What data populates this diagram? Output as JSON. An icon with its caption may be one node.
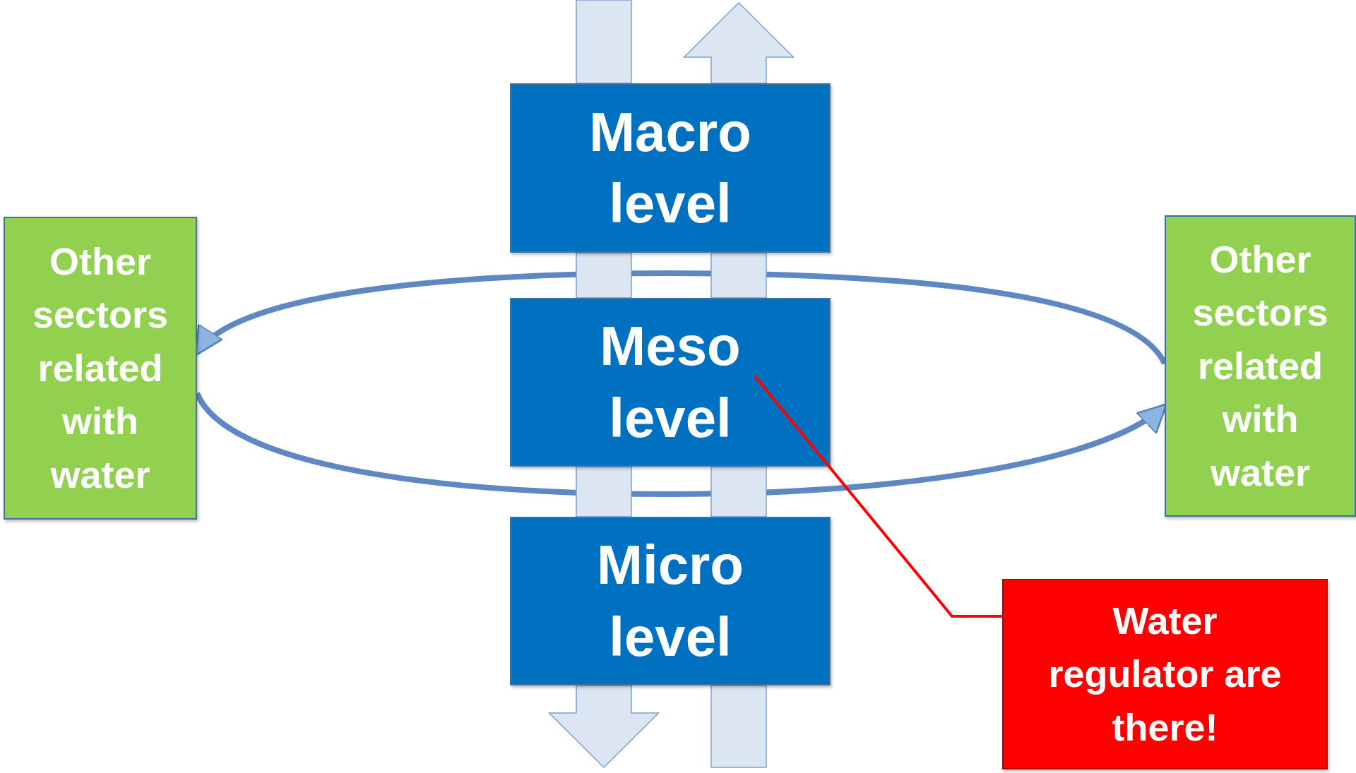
{
  "diagram": {
    "nodes": [
      {
        "text": [
          "Macro level"
        ]
      },
      {
        "text": [
          "Meso level"
        ]
      },
      {
        "text": [
          "Micro level"
        ]
      },
      {
        "text": [
          "Other sectors related with water"
        ]
      },
      {
        "text": [
          "Other sectors related with water"
        ]
      },
      {
        "text": [
          "Water regulator are there!"
        ]
      }
    ],
    "edges": [
      {
        "from": null,
        "to": 0,
        "arrow": "none",
        "style": "thick"
      },
      {
        "from": 0,
        "to": 1,
        "arrow": "none",
        "style": "thick"
      },
      {
        "from": 1,
        "to": 2,
        "arrow": "none",
        "style": "thick"
      },
      {
        "from": 2,
        "to": null,
        "arrow": "to",
        "style": "thick"
      },
      {
        "from": null,
        "to": 2,
        "arrow": "none",
        "style": "thick"
      },
      {
        "from": 2,
        "to": 1,
        "arrow": "none",
        "style": "thick"
      },
      {
        "from": 1,
        "to": 0,
        "arrow": "none",
        "style": "thick"
      },
      {
        "from": 0,
        "to": null,
        "arrow": "to",
        "style": "thick"
      },
      {
        "from": 4,
        "to": 3,
        "arrow": "to"
      },
      {
        "from": 3,
        "to": 4,
        "arrow": "to"
      },
      {
        "from": 5,
        "to": 1,
        "arrow": "none",
        "color": "#ff0000"
      }
    ]
  }
}
